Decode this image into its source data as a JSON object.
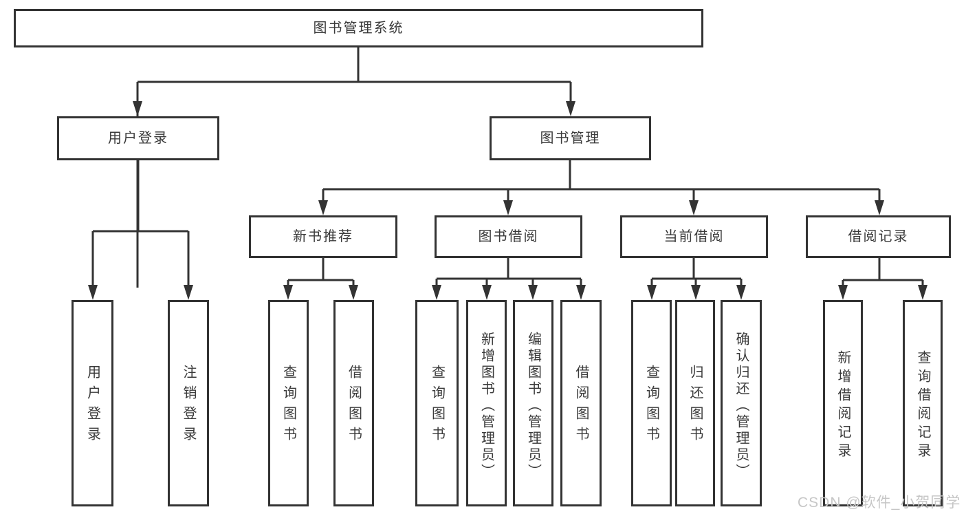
{
  "diagram": {
    "tree": {
      "label": "图书管理系统",
      "children": [
        {
          "label": "用户登录",
          "children": [
            {
              "label": "用户登录"
            },
            {
              "label": "注销登录"
            }
          ]
        },
        {
          "label": "图书管理",
          "children": [
            {
              "label": "新书推荐",
              "children": [
                {
                  "label": "查询图书"
                },
                {
                  "label": "借阅图书"
                }
              ]
            },
            {
              "label": "图书借阅",
              "children": [
                {
                  "label": "查询图书"
                },
                {
                  "label": "新增图书（管理员）"
                },
                {
                  "label": "编辑图书（管理员）"
                },
                {
                  "label": "借阅图书"
                }
              ]
            },
            {
              "label": "当前借阅",
              "children": [
                {
                  "label": "查询图书"
                },
                {
                  "label": "归还图书"
                },
                {
                  "label": "确认归还（管理员）"
                }
              ]
            },
            {
              "label": "借阅记录",
              "children": [
                {
                  "label": "新增借阅记录"
                },
                {
                  "label": "查询借阅记录"
                }
              ]
            }
          ]
        }
      ]
    },
    "colors": {
      "line": "#333333",
      "text": "#3a3a3a",
      "background": "#ffffff",
      "watermark": "#c6c6c6"
    }
  },
  "watermark": "CSDN @软件_小贺同学"
}
